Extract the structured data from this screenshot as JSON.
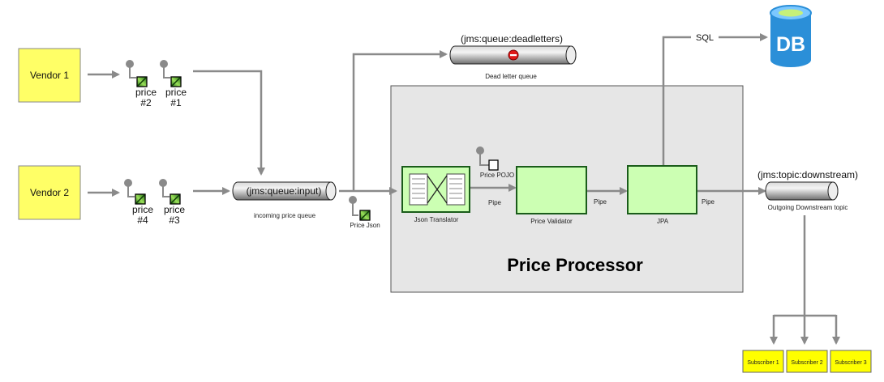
{
  "vendors": [
    {
      "label": "Vendor 1"
    },
    {
      "label": "Vendor 2"
    }
  ],
  "prices": [
    {
      "line1": "price",
      "line2": "#2"
    },
    {
      "line1": "price",
      "line2": "#1"
    },
    {
      "line1": "price",
      "line2": "#4"
    },
    {
      "line1": "price",
      "line2": "#3"
    }
  ],
  "queues": {
    "input": {
      "name": "(jms:queue:input)",
      "caption": "incoming price queue"
    },
    "deadletters": {
      "name": "(jms:queue:deadletters)",
      "caption": "Dead letter queue"
    },
    "downstream": {
      "name": "(jms:topic:downstream)",
      "caption": "Outgoing Downstream topic"
    }
  },
  "processor": {
    "title": "Price Processor",
    "json_translator": "Json Translator",
    "price_validator": "Price Validator",
    "jpa": "JPA",
    "pipe_labels": [
      "Pipe",
      "Pipe",
      "Pipe"
    ],
    "price_pojo": "Price POJO"
  },
  "price_json": "Price Json",
  "sql_label": "SQL",
  "db_label": "DB",
  "subscribers": [
    "Subscriber 1",
    "Subscriber 2",
    "Subscriber 3"
  ],
  "colors": {
    "vendor_fill": "#ffff66",
    "component_fill": "#ccffb3",
    "component_stroke": "#1a5c1a",
    "processor_fill": "#e6e6e6",
    "db": "#2b8fd8",
    "arrow": "#8a8a8a"
  }
}
